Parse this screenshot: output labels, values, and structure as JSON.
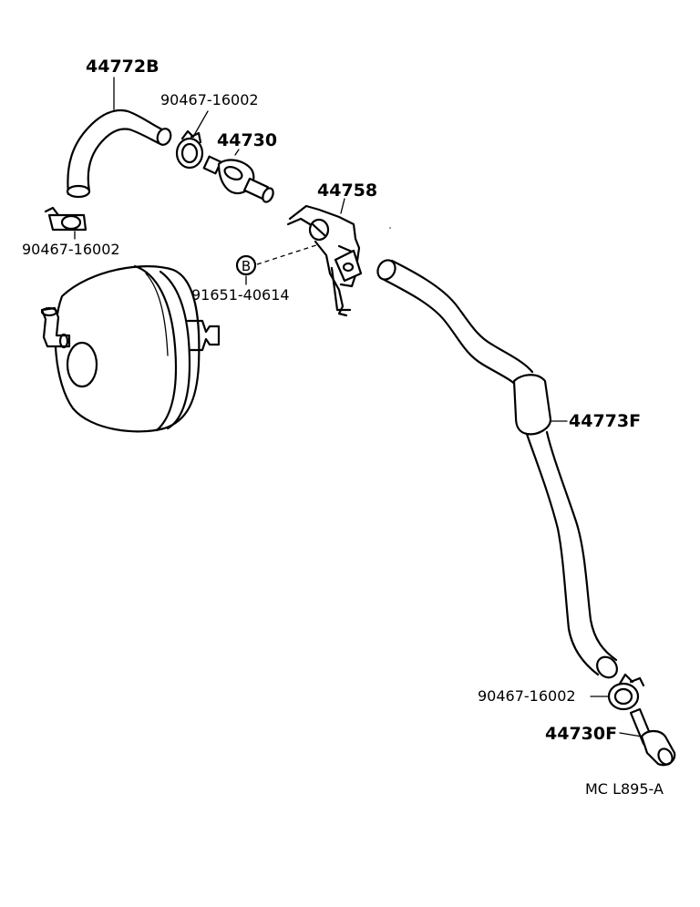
{
  "diagram": {
    "labels": {
      "hose_upper": "44772B",
      "clip_upper_right": "90467-16002",
      "check_valve_upper": "44730",
      "bracket": "44758",
      "clip_upper_left": "90467-16002",
      "bolt_marker": "B",
      "bolt": "91651-40614",
      "hose_lower": "44773F",
      "clip_lower": "90467-16002",
      "check_valve_lower": "44730F",
      "figure_ref": "MC L895-A"
    },
    "parts": [
      {
        "id": "hose-upper",
        "icon": "curved-vacuum-hose"
      },
      {
        "id": "brake-booster",
        "icon": "brake-booster-drum"
      },
      {
        "id": "check-valve",
        "icon": "vacuum-check-valve"
      },
      {
        "id": "bracket",
        "icon": "mounting-bracket"
      },
      {
        "id": "hose-lower",
        "icon": "long-vacuum-hose"
      },
      {
        "id": "hose-clip",
        "icon": "hose-clamp"
      }
    ]
  }
}
